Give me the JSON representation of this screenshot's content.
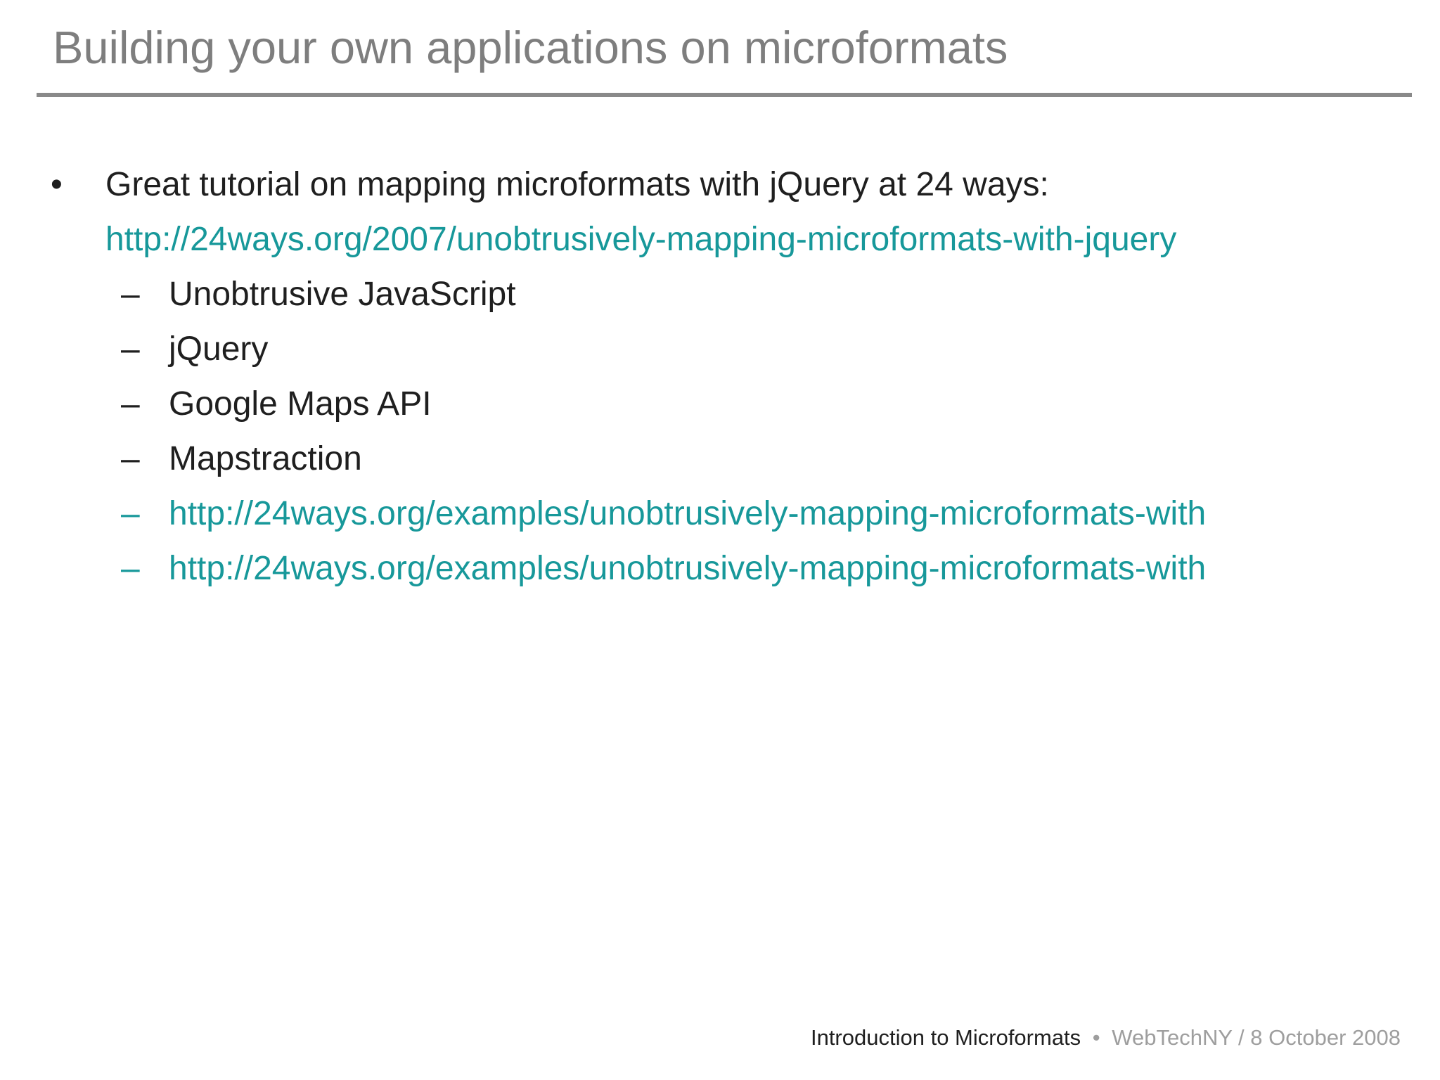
{
  "header": {
    "title": "Building your own applications on microformats"
  },
  "colors": {
    "title_gray": "#7e7e7e",
    "rule_gray": "#898989",
    "body_text": "#1f1f1f",
    "link_teal": "#17989a",
    "footer_muted_gray": "#9e9e9e",
    "background": "#ffffff"
  },
  "bullet": {
    "marker": "•",
    "text": "Great tutorial on mapping microformats with jQuery at 24 ways:",
    "link": "http://24ways.org/2007/unobtrusively-mapping-microformats-with-jquery"
  },
  "sub_items": [
    {
      "marker": "–",
      "text": "Unobtrusive JavaScript"
    },
    {
      "marker": "–",
      "text": "jQuery"
    },
    {
      "marker": "–",
      "text": "Google Maps API"
    },
    {
      "marker": "–",
      "text": "Mapstraction"
    },
    {
      "marker": "–",
      "text": "http://24ways.org/examples/unobtrusively-mapping-microformats-with"
    },
    {
      "marker": "–",
      "text": "http://24ways.org/examples/unobtrusively-mapping-microformats-with"
    }
  ],
  "footer": {
    "deck_title": "Introduction to Microformats",
    "separator": "•",
    "meta": "WebTechNY / 8 October 2008"
  }
}
